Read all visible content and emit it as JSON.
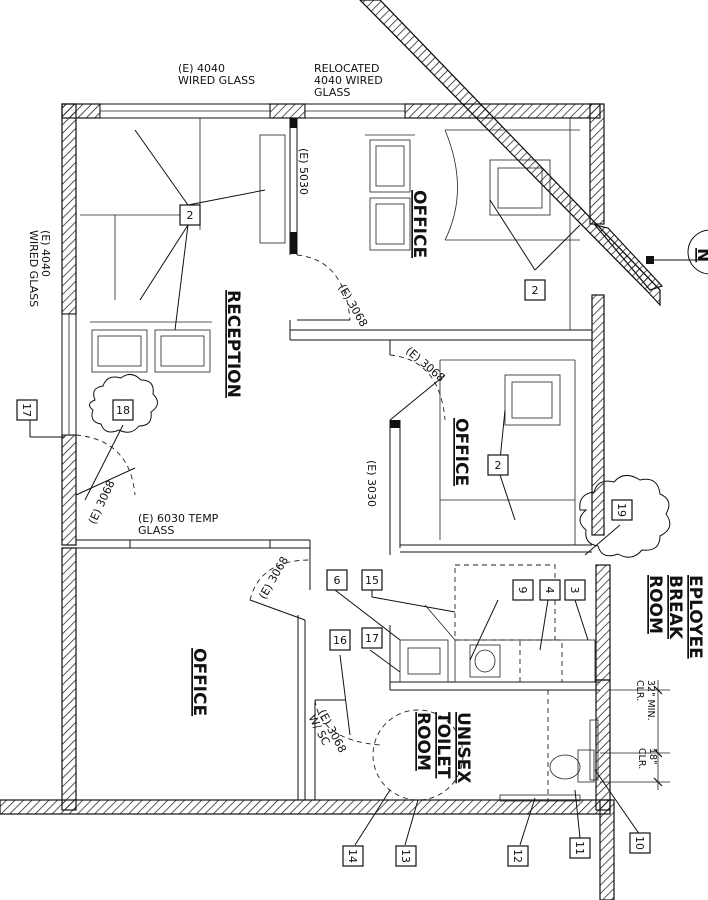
{
  "notes": {
    "wired_glass_top": "(E) 4040\nWIRED GLASS",
    "relocated_glass": "RELOCATED\n4040 WIRED\nGLASS",
    "wired_glass_left": "(E) 4040\nWIRED GLASS",
    "door_5030": "(E) 5030",
    "door_3068_reception": "(E) 3068",
    "door_3068_office2": "(E) 3068",
    "door_3030": "(E) 3030",
    "door_3068_left": "(E) 3068",
    "temp_glass": "(E) 6030 TEMP\nGLASS",
    "door_3068_office3": "(E) 3068",
    "door_3068_toilet": "(E) 3068\nW/ SC",
    "clr_32": "32\" MIN.\nCLR.",
    "clr_18": "18\"\nCLR."
  },
  "rooms": {
    "reception": "RECEPTION",
    "office_top": "OFFICE",
    "office_mid": "OFFICE",
    "office_left": "OFFICE",
    "break_room": "EPLOYEE\nBREAK\nROOM",
    "toilet": "UNISEX\nTOILET\nROOM"
  },
  "tags": [
    "2",
    "2",
    "2",
    "18",
    "17",
    "19",
    "6",
    "15",
    "9",
    "4",
    "3",
    "16",
    "17",
    "14",
    "13",
    "12",
    "11",
    "10"
  ],
  "north_label": "N"
}
